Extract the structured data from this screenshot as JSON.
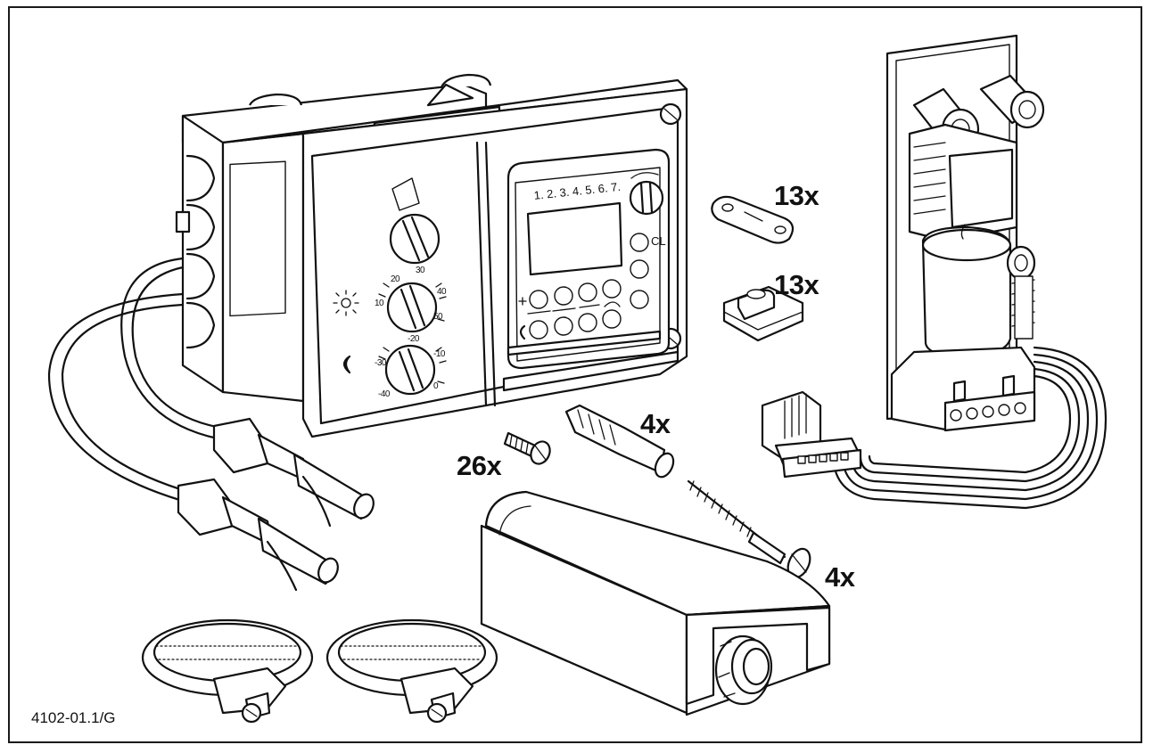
{
  "figure": {
    "drawing_code": "4102-01.1/G"
  },
  "quantities": {
    "strain_relief_clip": "13x",
    "grommet": "13x",
    "wall_plug": "4x",
    "screw_short": "26x",
    "wood_screw": "4x"
  },
  "panel": {
    "day_labels": "1. 2. 3. 4. 5. 6. 7.",
    "cl_label": "CL",
    "dial_scale_upper": [
      "20",
      "30",
      "10",
      "40",
      "50"
    ],
    "dial_scale_lower": [
      "-20",
      "-10",
      "-30",
      "-40",
      "0"
    ]
  }
}
